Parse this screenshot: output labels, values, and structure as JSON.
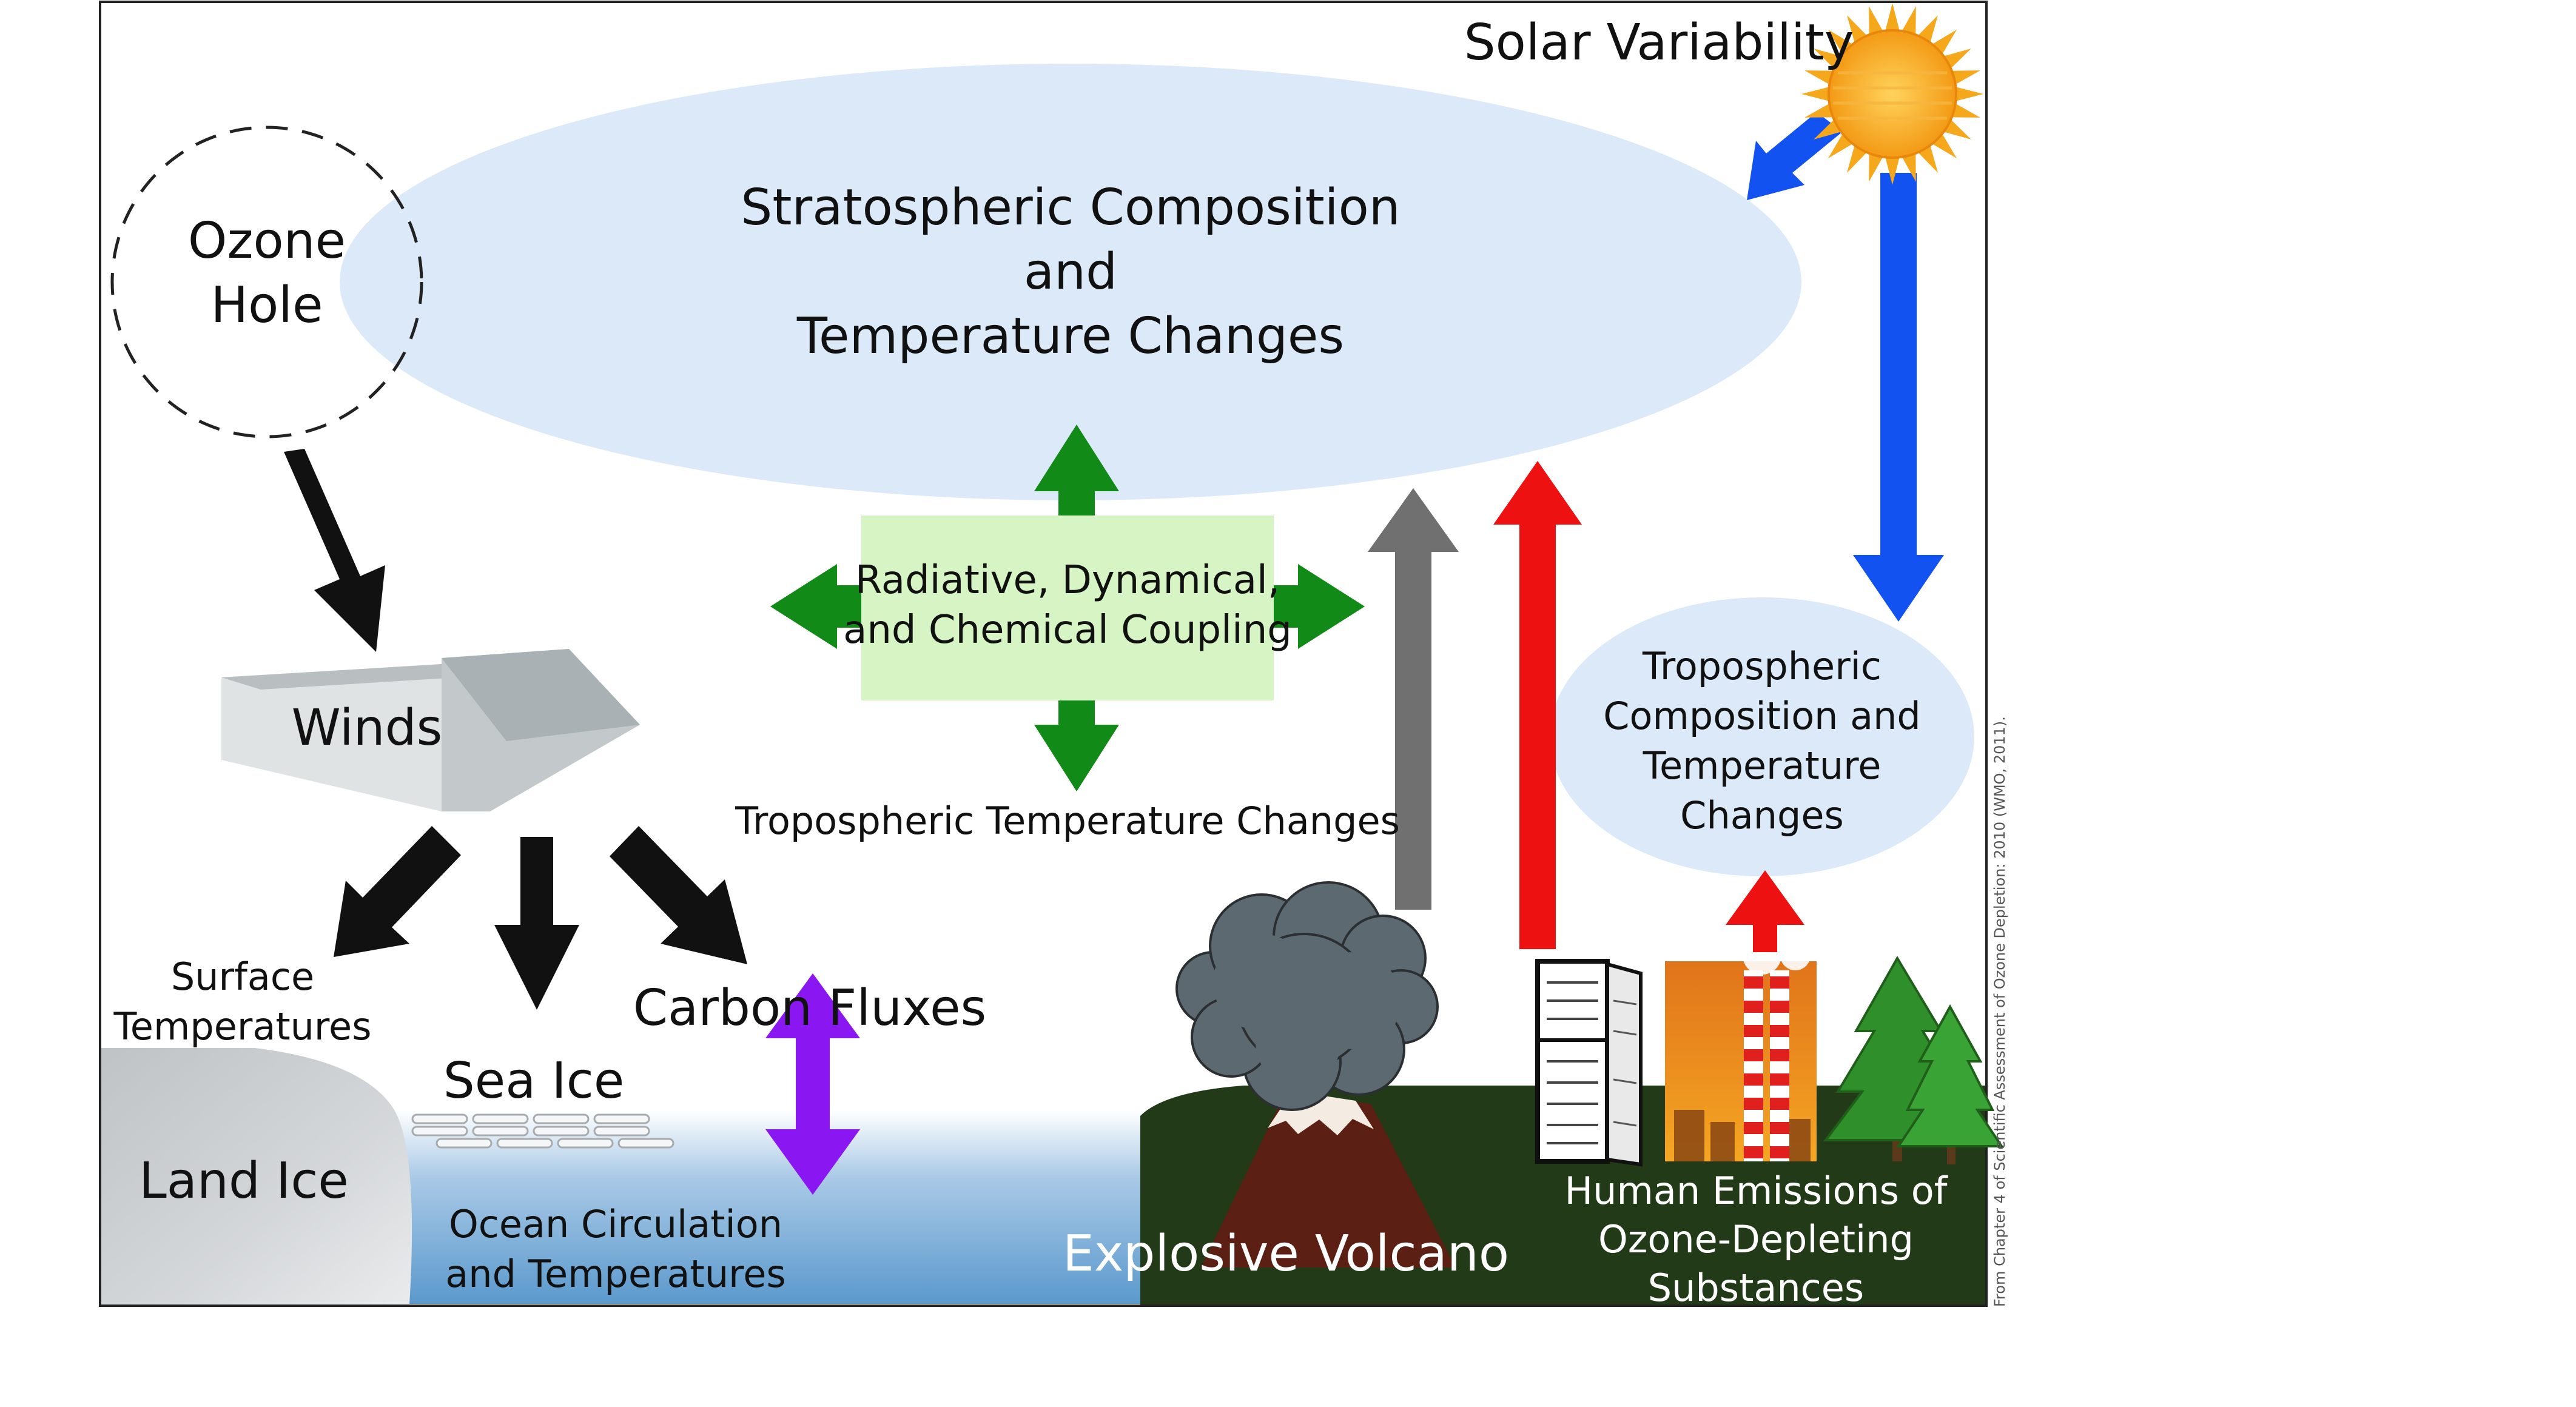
{
  "labels": {
    "strat_line1": "Stratospheric Composition",
    "strat_line2": "and",
    "strat_line3": "Temperature Changes",
    "solar": "Solar Variability",
    "ozone_line1": "Ozone",
    "ozone_line2": "Hole",
    "coupling_line1": "Radiative, Dynamical,",
    "coupling_line2": "and Chemical Coupling",
    "tropo_temp": "Tropospheric Temperature Changes",
    "tropo_comp_line1": "Tropospheric",
    "tropo_comp_line2": "Composition and",
    "tropo_comp_line3": "Temperature",
    "tropo_comp_line4": "Changes",
    "winds": "Winds",
    "surface_line1": "Surface",
    "surface_line2": "Temperatures",
    "sea_ice": "Sea Ice",
    "carbon": "Carbon Fluxes",
    "land_ice": "Land Ice",
    "ocean_line1": "Ocean Circulation",
    "ocean_line2": "and Temperatures",
    "volcano": "Explosive Volcano",
    "human_line1": "Human Emissions of",
    "human_line2": "Ozone-Depleting",
    "human_line3": "Substances",
    "credit": "From Chapter 4 of Scientific Assessment of Ozone Depletion: 2010 (WMO, 2011)."
  },
  "colors": {
    "strat_ellipse": "#dce9f8",
    "coupling_box": "#d7f4c4",
    "green_arrow": "#118a17",
    "red_arrow": "#ee1111",
    "blue_arrow": "#1252f0",
    "gray_arrow": "#707070",
    "purple_arrow": "#8a16f2",
    "ground": "#233a18",
    "ocean": "#5b99cd",
    "sun": "#f6a81c"
  }
}
